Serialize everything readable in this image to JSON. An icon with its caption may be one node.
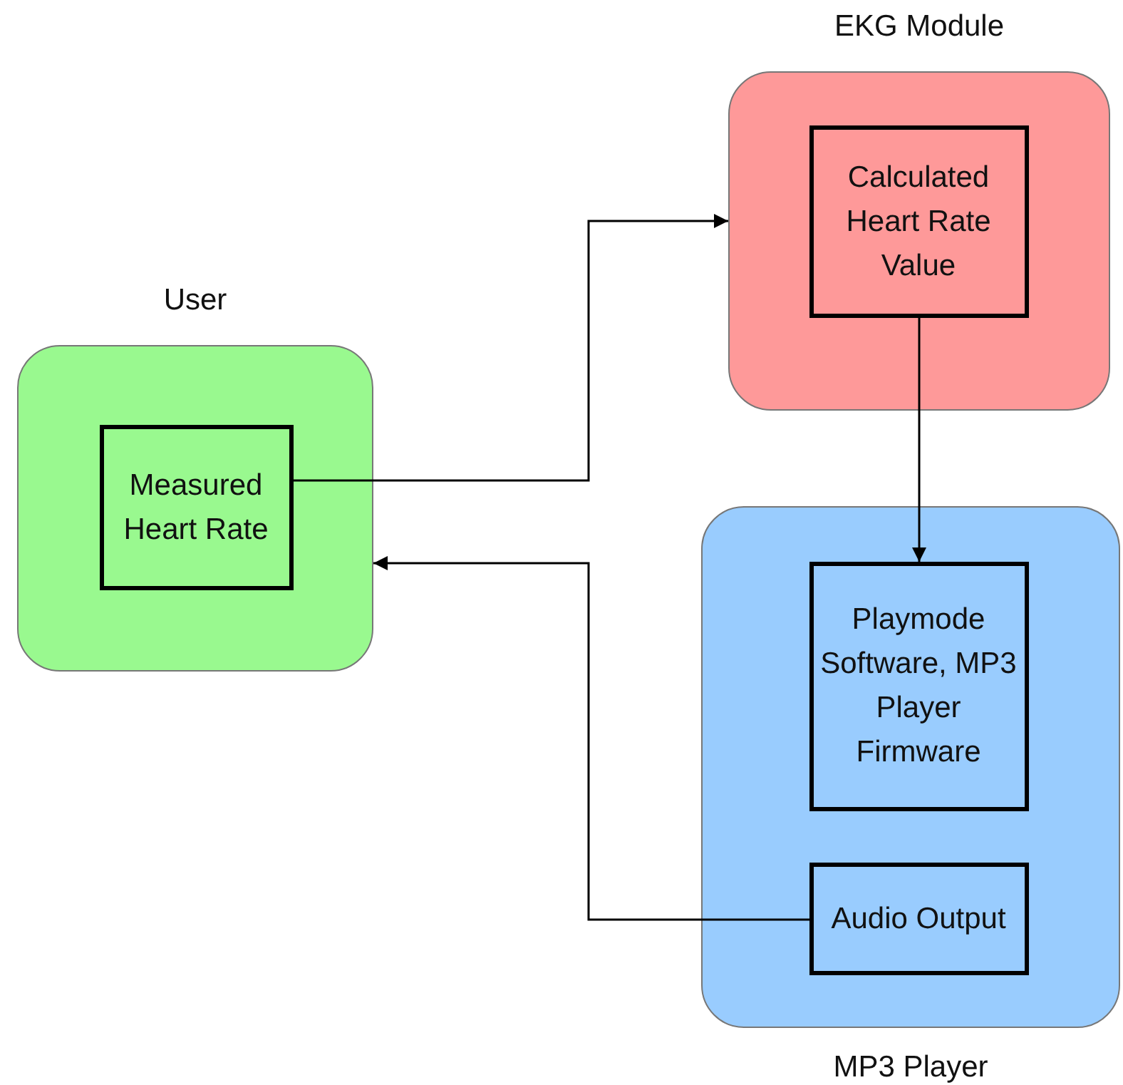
{
  "diagram": {
    "nodes": [
      {
        "text": [
          "User"
        ]
      },
      {
        "text": [
          "Measured Heart Rate"
        ],
        "in": 0
      },
      {
        "text": [
          "EKG Module"
        ]
      },
      {
        "text": [
          "Calculated Heart Rate Value"
        ],
        "in": 2
      },
      {
        "text": [
          "MP3 Player"
        ]
      },
      {
        "text": [
          "Playmode Software, MP3 Player Firmware"
        ],
        "in": 4
      },
      {
        "text": [
          "Audio Output"
        ],
        "in": 4
      }
    ],
    "edges": [
      {
        "from": 1,
        "to": 2,
        "arrow": "to"
      },
      {
        "from": 3,
        "to": 5,
        "arrow": "to"
      },
      {
        "from": 6,
        "to": 0,
        "arrow": "to"
      }
    ]
  }
}
